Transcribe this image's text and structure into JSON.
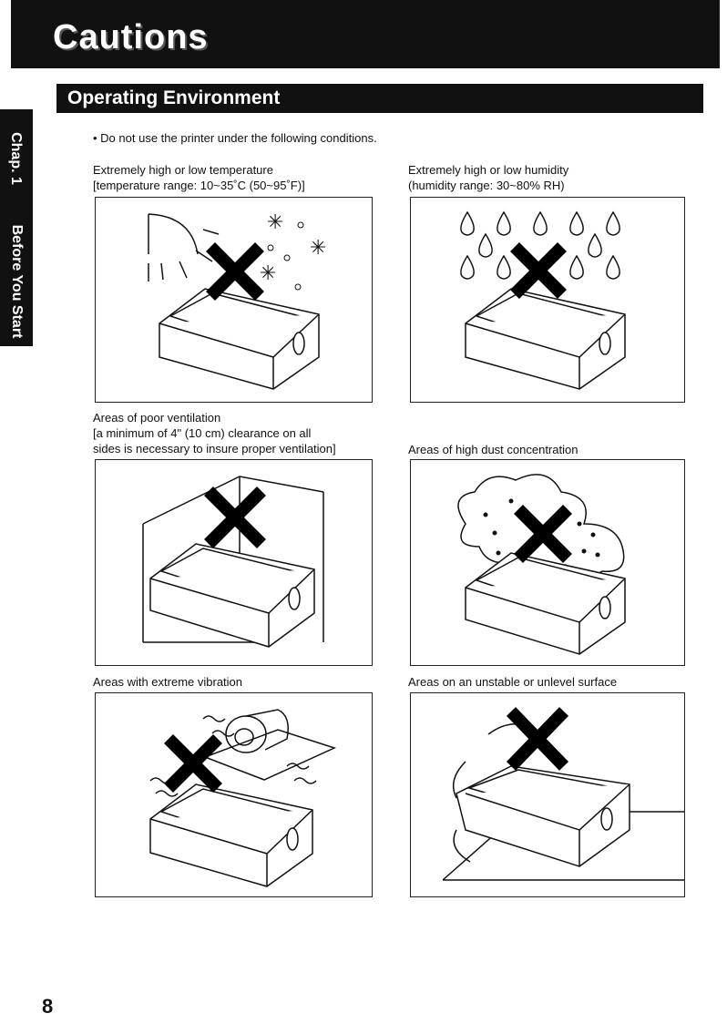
{
  "header": {
    "title": "Cautions"
  },
  "section": {
    "title": "Operating Environment"
  },
  "side_tab": {
    "chapter": "Chap. 1",
    "section": "Before You Start"
  },
  "intro": "Do not use the printer under the following conditions.",
  "conditions": [
    {
      "line1": "Extremely high or low temperature",
      "line2": "[temperature range: 10~35˚C (50~95˚F)]",
      "line3": ""
    },
    {
      "line1": "Extremely high or low humidity",
      "line2": "(humidity range: 30~80% RH)",
      "line3": ""
    },
    {
      "line1": "Areas of poor ventilation",
      "line2": "[a minimum of 4\" (10 cm) clearance on all",
      "line3": "sides is necessary to insure proper ventilation]"
    },
    {
      "line1": "Areas of high dust concentration",
      "line2": "",
      "line3": ""
    },
    {
      "line1": "Areas with extreme vibration",
      "line2": "",
      "line3": ""
    },
    {
      "line1": "Areas on an unstable or unlevel surface",
      "line2": "",
      "line3": ""
    }
  ],
  "page_number": "8"
}
